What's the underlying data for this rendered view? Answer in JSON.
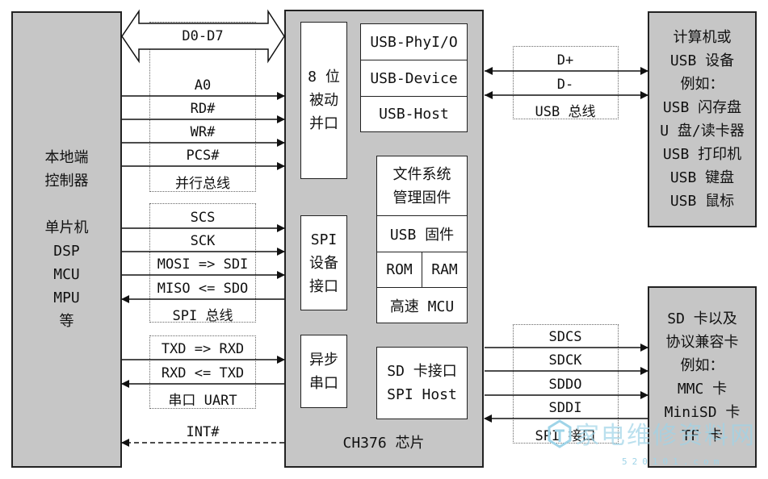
{
  "left_block": {
    "lines": [
      "本地端",
      "控制器",
      "",
      "单片机",
      "DSP",
      "MCU",
      "MPU",
      "等"
    ]
  },
  "chip": {
    "caption": "CH376 芯片",
    "parallel": [
      "8 位",
      "被动",
      "并口"
    ],
    "spi_dev": [
      "SPI",
      "设备",
      "接口"
    ],
    "uart": [
      "异步",
      "串口"
    ],
    "usb_cells": [
      "USB-PhyI/O",
      "USB-Device",
      "USB-Host"
    ],
    "fs": [
      "文件系统",
      "管理固件"
    ],
    "usb_fw": "USB 固件",
    "rom": "ROM",
    "ram": "RAM",
    "mcu": "高速 MCU",
    "sd": [
      "SD 卡接口",
      "SPI Host"
    ]
  },
  "parallel_bus": {
    "data": "D0-D7",
    "signals": [
      "A0",
      "RD#",
      "WR#",
      "PCS#"
    ],
    "bus_name": "并行总线"
  },
  "spi_bus": {
    "signals": [
      "SCS",
      "SCK",
      "MOSI => SDI",
      "MISO <= SDO"
    ],
    "bus_name": "SPI 总线"
  },
  "uart_bus": {
    "signals": [
      "TXD => RXD",
      "RXD <= TXD"
    ],
    "bus_name": "串口 UART"
  },
  "int_label": "INT#",
  "usb_bus": {
    "signals": [
      "D+",
      "D-"
    ],
    "bus_name": "USB 总线"
  },
  "sd_bus": {
    "signals": [
      "SDCS",
      "SDCK",
      "SDDO",
      "SDDI"
    ],
    "bus_name": "SPI 接口"
  },
  "usb_device_block": {
    "lines": [
      "计算机或",
      "USB 设备",
      "例如：",
      "USB 闪存盘",
      "U 盘/读卡器",
      "USB 打印机",
      "USB 键盘",
      "USB 鼠标"
    ]
  },
  "sd_block": {
    "lines": [
      "SD 卡以及",
      "协议兼容卡",
      "例如：",
      "MMC 卡",
      "MiniSD 卡",
      "TF 卡"
    ]
  },
  "watermark": {
    "text": "家电维修资料网",
    "sub": "520101.com"
  }
}
